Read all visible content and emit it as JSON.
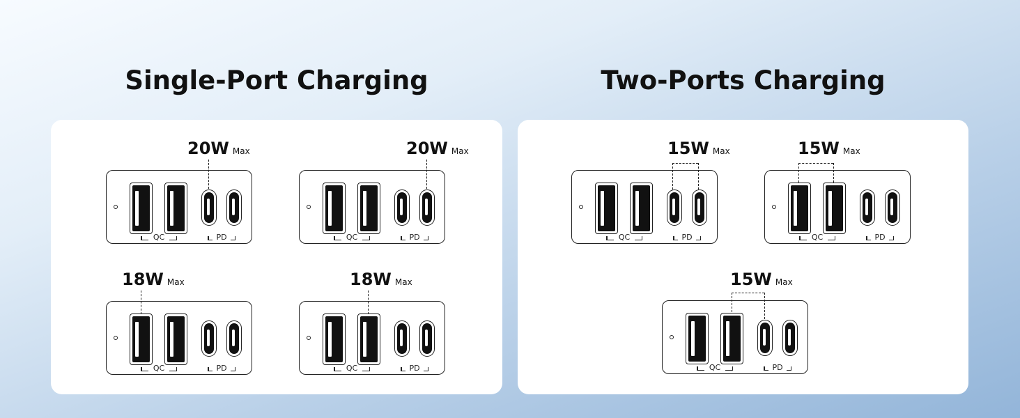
{
  "single": {
    "title": "Single-Port Charging",
    "items": [
      {
        "watt": "20W",
        "max": "Max"
      },
      {
        "watt": "20W",
        "max": "Max"
      },
      {
        "watt": "18W",
        "max": "Max"
      },
      {
        "watt": "18W",
        "max": "Max"
      }
    ]
  },
  "two": {
    "title": "Two-Ports Charging",
    "items": [
      {
        "watt": "15W",
        "max": "Max"
      },
      {
        "watt": "15W",
        "max": "Max"
      },
      {
        "watt": "15W",
        "max": "Max"
      }
    ]
  },
  "port_labels": {
    "qc": "QC",
    "pd": "PD"
  },
  "colors": {
    "line": "#222222",
    "panel": "#ffffff"
  }
}
